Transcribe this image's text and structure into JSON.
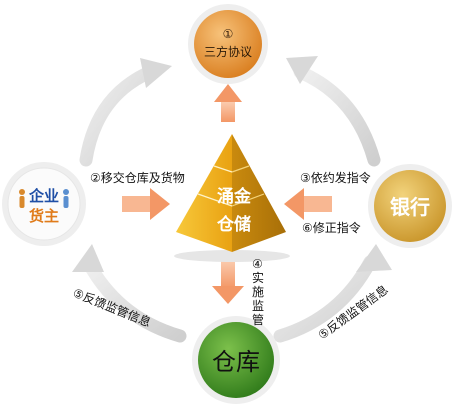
{
  "nodes": {
    "agreement": {
      "number": "①",
      "text": "三方协议",
      "color": "#e39a3e"
    },
    "enterprise": {
      "line1": "企业",
      "line2": "货主"
    },
    "bank": {
      "text": "银行",
      "color": "#d9b24c"
    },
    "warehouse": {
      "text": "仓库",
      "color": "#4f9a2a"
    },
    "pyramid": {
      "line1": "涌金",
      "line2": "仓储",
      "color": "#f0b21f"
    }
  },
  "steps": {
    "s2": "②移交仓库及货物",
    "s3": "③依约发指令",
    "s6": "⑥修正指令",
    "s4": "④实施监管",
    "s5_left": "⑤反馈监管信息",
    "s5_right": "⑤反馈监管信息"
  },
  "colors": {
    "orange_arrow": "#f6a57a",
    "grey_arrow": "#d7d7d7",
    "text": "#111111"
  }
}
